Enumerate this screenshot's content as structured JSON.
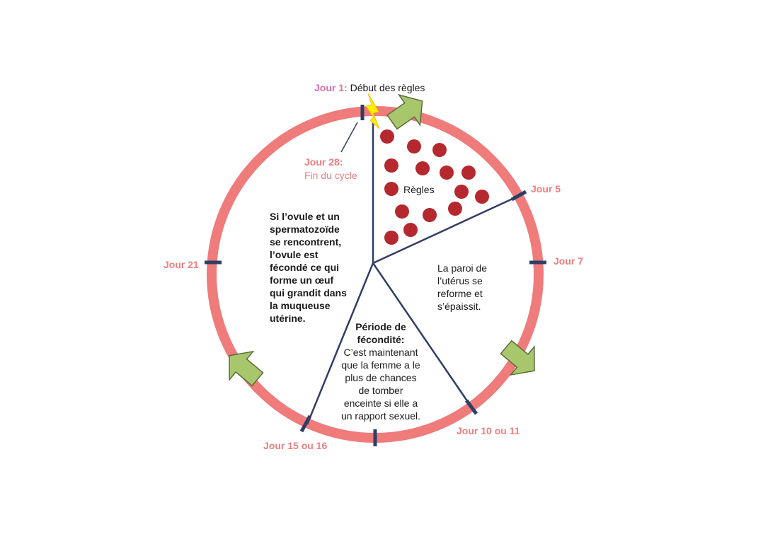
{
  "day1": {
    "prefix": "Jour 1:",
    "text": "Début des règles"
  },
  "day28": {
    "title": "Jour 28:",
    "subtitle": "Fin du cycle"
  },
  "day5": "Jour 5",
  "day7": "Jour 7",
  "day1011": "Jour 10 ou 11",
  "day1516": "Jour 15 ou 16",
  "day21": "Jour 21",
  "regles": "Règles",
  "uterus_lines": [
    "La paroi de",
    "l’utérus se",
    "reforme et",
    "s’épaissit."
  ],
  "fertility": {
    "title_lines": [
      "Période de",
      "fécondité:"
    ],
    "body_lines": [
      "C’est maintenant",
      "que la femme a le",
      "plus de chances",
      "de tomber",
      "enceinte si elle a",
      "un rapport sexuel."
    ]
  },
  "fertilized_lines": [
    "Si l’ovule et un",
    "spermatozoïde",
    "se rencontrent,",
    "l’ovule est",
    "fécondé ce qui",
    "forme un œuf",
    "qui grandit dans",
    "la muqueuse",
    "utérine."
  ],
  "colors": {
    "ring": "#ef7b7b",
    "tick": "#2f3e66",
    "dot": "#b5282e",
    "arrow": "#a8c66c",
    "lightning": "#ffee00"
  }
}
